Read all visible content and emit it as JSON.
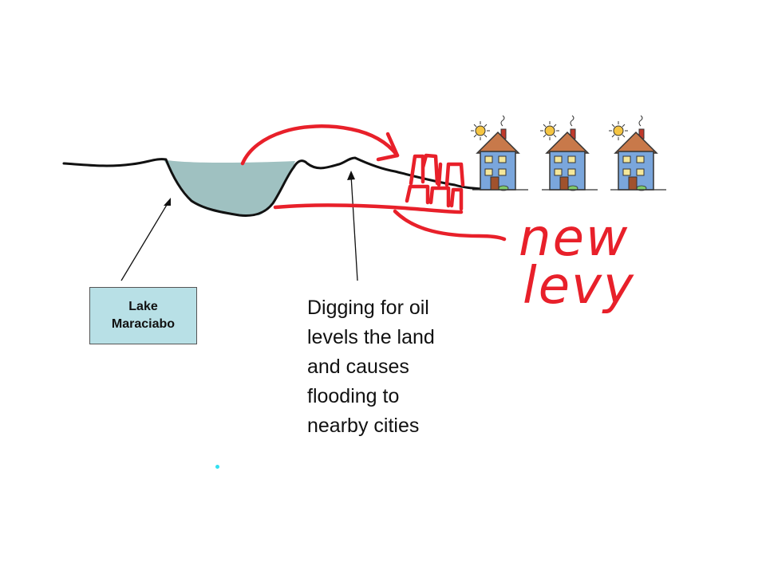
{
  "lake_label": {
    "line1": "Lake",
    "line2": "Maraciabo"
  },
  "caption": {
    "lines": [
      "Digging for oil",
      "levels the land",
      "and causes",
      "flooding to",
      "nearby cities"
    ]
  },
  "handwritten_note": {
    "line1": "new",
    "line2": "levy"
  },
  "houses": [
    {
      "icon": "house-icon"
    },
    {
      "icon": "house-icon"
    },
    {
      "icon": "house-icon"
    }
  ],
  "colors": {
    "water": "#9fc1c1",
    "label_box": "#b8e0e6",
    "ink_red": "#e8202a",
    "ground_line": "#111111",
    "house_wall": "#7aa6dc",
    "house_roof": "#c8794a",
    "sun": "#f5c542"
  }
}
